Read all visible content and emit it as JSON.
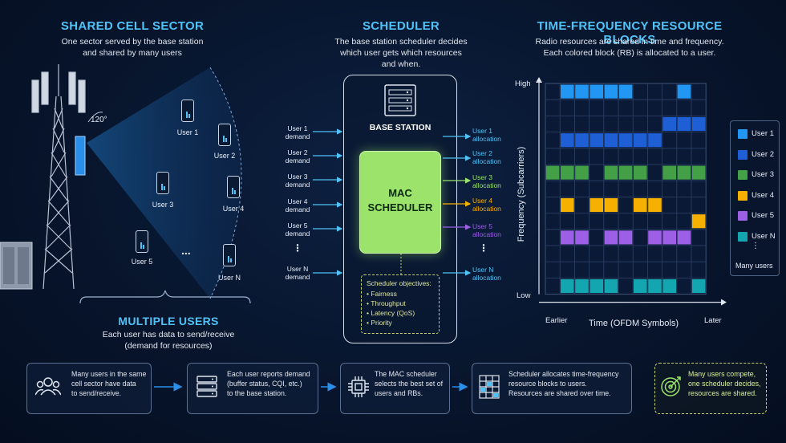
{
  "sector": {
    "title": "SHARED CELL SECTOR",
    "subtitle_line1": "One sector served by the base station",
    "subtitle_line2": "and shared by many users",
    "angle": "120°",
    "users": [
      "User 1",
      "User 2",
      "User 3",
      "User 4",
      "User 5",
      "User N"
    ],
    "ellipsis": "...",
    "multi_title": "MULTIPLE USERS",
    "multi_line1": "Each user has data to send/receive",
    "multi_line2": "(demand for resources)"
  },
  "scheduler": {
    "title": "SCHEDULER",
    "sub_line1": "The base station scheduler decides",
    "sub_line2": "which user gets which resources",
    "sub_line3": "and when.",
    "base_station": "BASE STATION",
    "mac_line1": "MAC",
    "mac_line2": "SCHEDULER",
    "objectives_title": "Scheduler objectives:",
    "objectives": [
      "Fairness",
      "Throughput",
      "Latency (QoS)",
      "Priority"
    ],
    "demands": [
      {
        "line1": "User 1",
        "line2": "demand"
      },
      {
        "line1": "User 2",
        "line2": "demand"
      },
      {
        "line1": "User 3",
        "line2": "demand"
      },
      {
        "line1": "User 4",
        "line2": "demand"
      },
      {
        "line1": "User 5",
        "line2": "demand"
      },
      {
        "line1": "User N",
        "line2": "demand"
      }
    ],
    "allocations": [
      {
        "line1": "User 1",
        "line2": "allocation"
      },
      {
        "line1": "User 2",
        "line2": "allocation"
      },
      {
        "line1": "User 3",
        "line2": "allocation"
      },
      {
        "line1": "User 4",
        "line2": "allocation"
      },
      {
        "line1": "User 5",
        "line2": "allocation"
      },
      {
        "line1": "User N",
        "line2": "allocation"
      }
    ]
  },
  "grid": {
    "title": "TIME-FREQUENCY RESOURCE BLOCKS",
    "sub_line1": "Radio resources are shared in time and frequency.",
    "sub_line2": "Each colored block (RB) is allocated to a user.",
    "y_label": "Frequency (Subcarriers)",
    "y_high": "High",
    "y_low": "Low",
    "x_label": "Time (OFDM Symbols)",
    "x_earlier": "Earlier",
    "x_later": "Later",
    "legend": [
      {
        "label": "User 1",
        "color": "#2196f3"
      },
      {
        "label": "User 2",
        "color": "#1e5fd6"
      },
      {
        "label": "User 3",
        "color": "#43a047"
      },
      {
        "label": "User 4",
        "color": "#f5b000"
      },
      {
        "label": "User 5",
        "color": "#9c5fe6"
      },
      {
        "label": "User N",
        "color": "#14a6b0"
      }
    ],
    "legend_more": "Many users"
  },
  "flow": [
    {
      "lines": [
        "Many users in the same",
        "cell sector have data",
        "to send/receive."
      ]
    },
    {
      "lines": [
        "Each user reports demand",
        "(buffer status, CQI, etc.)",
        "to the base station."
      ]
    },
    {
      "lines": [
        "The MAC scheduler",
        "selects the best set of",
        "users and RBs."
      ]
    },
    {
      "lines": [
        "Scheduler allocates time-frequency",
        "resource blocks to users.",
        "Resources are shared over time."
      ]
    },
    {
      "lines": [
        "Many users compete,",
        "one scheduler decides,",
        "resources are shared."
      ]
    }
  ],
  "colors": {
    "accent": "#4fc3f7",
    "mac_green": "#9be36a",
    "objective_dash": "#c8d36a"
  }
}
